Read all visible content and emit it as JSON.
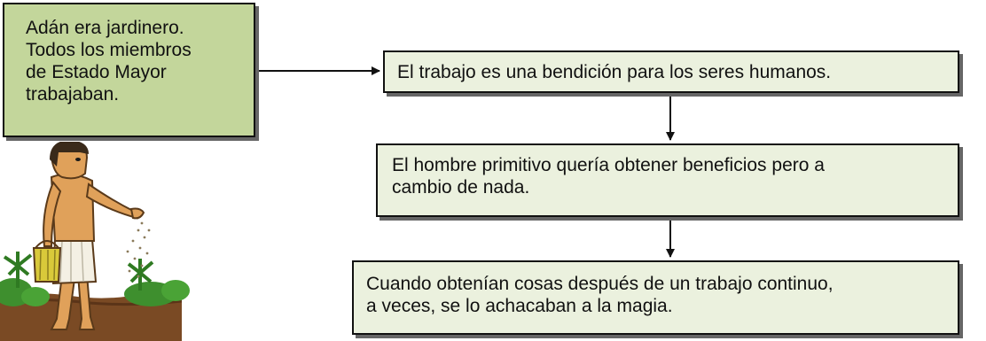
{
  "main_box": {
    "lines": [
      "Adán era jardinero.",
      "Todos los miembros",
      "de Estado Mayor",
      "trabajaban."
    ],
    "color": "#c3d69b"
  },
  "steps": [
    {
      "lines": [
        "El trabajo es una bendición para los seres humanos."
      ]
    },
    {
      "lines": [
        "El hombre primitivo quería obtener beneficios pero a",
        "cambio de nada."
      ]
    },
    {
      "lines": [
        "Cuando obtenían cosas después de un trabajo continuo,",
        "a veces, se lo achacaban a la magia."
      ]
    }
  ],
  "colors": {
    "step_fill": "#ebf1de",
    "border": "#111111",
    "shadow": "#666666"
  },
  "illustration": "egyptian-farmer-sowing-seeds"
}
